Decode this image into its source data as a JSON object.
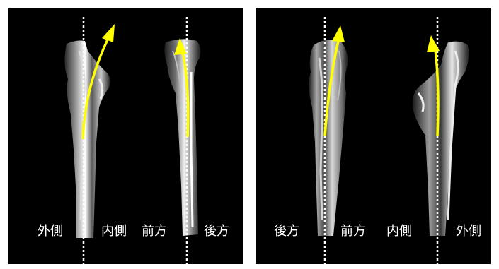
{
  "panels": [
    {
      "labels": [
        "外側",
        "内側",
        "前方",
        "後方"
      ]
    },
    {
      "labels": [
        "後方",
        "前方",
        "内側",
        "外側"
      ]
    }
  ],
  "colors": {
    "background": "#000000",
    "arrow": "#ffff00",
    "guide_line": "#ffffff",
    "page": "#ffffff"
  },
  "icons": [
    "bone-model",
    "dotted-axis-line",
    "rotation-arrow"
  ]
}
